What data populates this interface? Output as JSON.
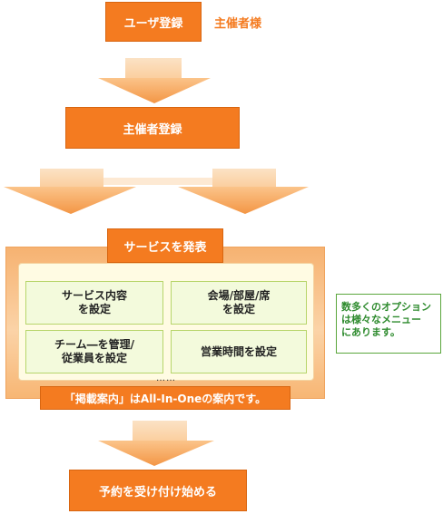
{
  "steps": {
    "user_registration": "ユーザ登録",
    "organizer_label": "主催者様",
    "organizer_registration": "主催者登録",
    "publish_service": "サービスを発表",
    "start_reservations": "予約を受け付け始める"
  },
  "settings": {
    "service_content": "サービス内容\nを設定",
    "venue": "会場/部屋/席\nを設定",
    "team": "チーム―を管理/\n従業員を設定",
    "hours": "営業時間を設定",
    "more": "……"
  },
  "allinone_banner": "「掲載案内」はAll-In-Oneの案内です。",
  "options_note": {
    "line1": "数多くのオプション",
    "line2": "は様々なメニュー",
    "line3": "にあります。"
  },
  "colors": {
    "orange": "#f47b20",
    "green_text": "#2e8b2e",
    "green_border": "#b7d56b"
  }
}
